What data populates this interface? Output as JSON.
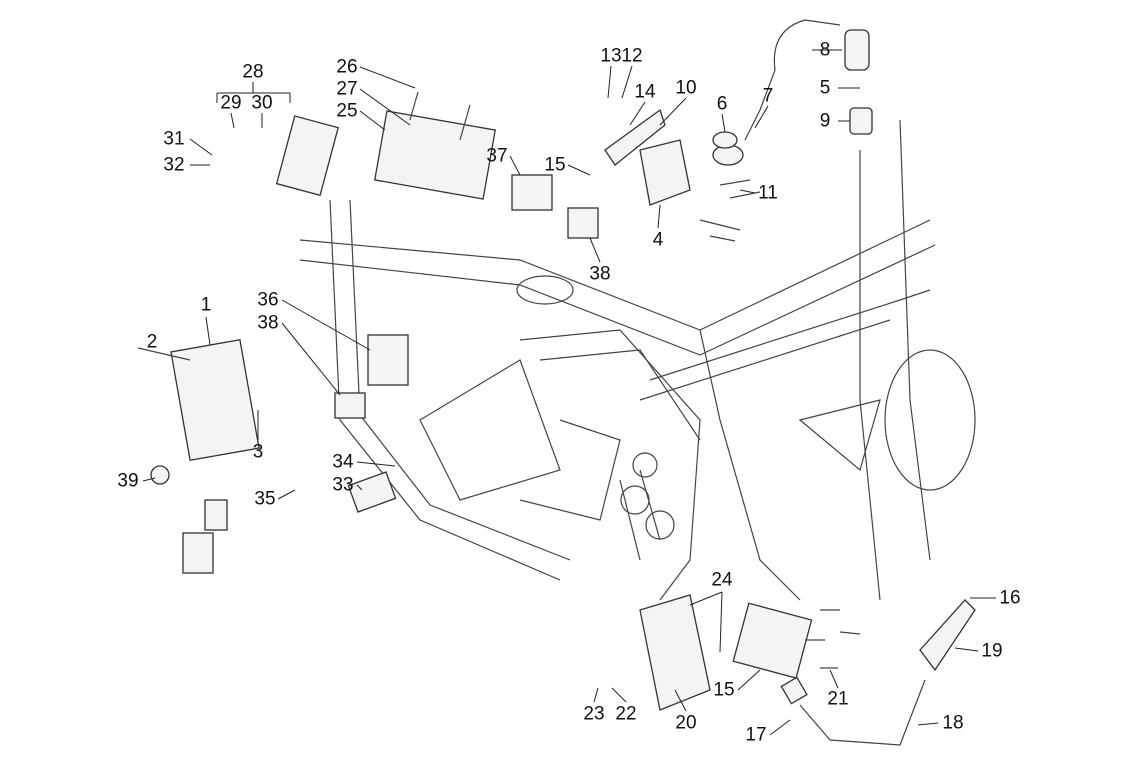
{
  "diagram": {
    "callouts": [
      "28",
      "29",
      "30",
      "31",
      "32",
      "26",
      "27",
      "25",
      "13",
      "12",
      "14",
      "10",
      "6",
      "7",
      "8",
      "5",
      "9",
      "37",
      "15",
      "11",
      "4",
      "38",
      "36",
      "38",
      "1",
      "2",
      "3",
      "39",
      "35",
      "34",
      "33",
      "24",
      "16",
      "19",
      "15",
      "21",
      "20",
      "23",
      "22",
      "17",
      "18"
    ]
  }
}
